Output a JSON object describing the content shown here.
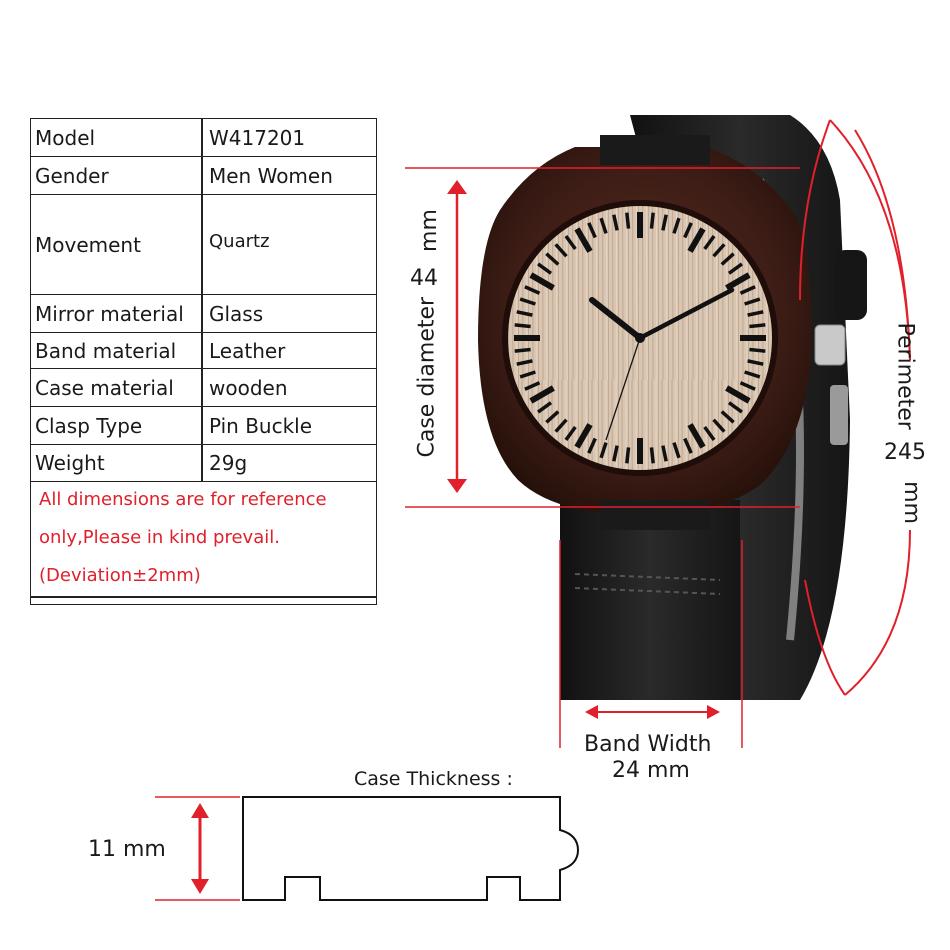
{
  "specs": [
    {
      "label": "Model",
      "value": "W417201"
    },
    {
      "label": "Gender",
      "value": "Men  Women"
    },
    {
      "label": "Movement",
      "value": "Quartz"
    },
    {
      "label": "Mirror material",
      "value": "Glass"
    },
    {
      "label": "Band material",
      "value": "Leather"
    },
    {
      "label": "Case material",
      "value": "wooden"
    },
    {
      "label": "Clasp Type",
      "value": "Pin Buckle"
    },
    {
      "label": "Weight",
      "value": "29g"
    }
  ],
  "note": {
    "line1": "All dimensions are for reference",
    "line2": "only,Please in kind prevail.",
    "line3": "(Deviation±2mm)"
  },
  "dimensions": {
    "case_diameter_value": "44",
    "case_diameter_unit": "mm",
    "case_diameter_label": "Case diameter",
    "perimeter_label": "Perimeter",
    "perimeter_value": "245",
    "perimeter_unit": "mm",
    "band_width_label": "Band Width",
    "band_width_value": "24 mm",
    "case_thickness_label": "Case Thickness :",
    "case_thickness_value": "11 mm"
  },
  "colors": {
    "accent_red": "#e0202a",
    "case_wood": "#3b1c15",
    "dial": "#d9c6b2",
    "strap": "#1e1e1e"
  }
}
